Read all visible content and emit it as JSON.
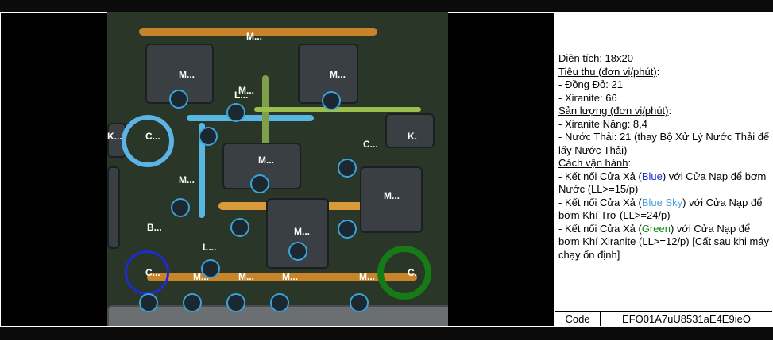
{
  "info_panel": {
    "area_label": "Diện tích",
    "area_value": ": 18x20",
    "consumption_heading": "Tiêu thu (đơn vị/phút)",
    "consumption_colon": ":",
    "consumption_items": [
      "- Đồng Đỏ: 21",
      "- Xiranite: 66"
    ],
    "output_heading": "Sản lượng (đơn vị/phút)",
    "output_colon": ":",
    "output_items": [
      "- Xiranite Nặng: 8,4",
      "- Nước Thải: 21 (thay Bộ Xử Lý Nước Thải để lấy Nước Thải)"
    ],
    "operation_heading": "Cách vận hành",
    "operation_colon": ":",
    "ops": [
      {
        "pre": "- Kết nối Cửa Xả (",
        "color_word": "Blue",
        "post": ") với Cửa Nạp để bơm Nước (LL>=15/p)"
      },
      {
        "pre": "- Kết nối Cửa Xả (",
        "color_word": "Blue Sky",
        "post": ") với Cửa Nạp để bơm Khí Trơ (LL>=24/p)"
      },
      {
        "pre": "- Kết nối Cửa Xả (",
        "color_word": "Green",
        "post": ") với Cửa Nạp để bơm Khí Xiranite (LL>=12/p) [Cất sau khi máy chạy ổn định]"
      }
    ]
  },
  "code": {
    "label": "Code",
    "value": "EFO01A7uU8531aE4E9ieO"
  },
  "map_labels": {
    "m1": "M...",
    "m2": "M...",
    "m3": "M...",
    "m4": "M...",
    "m5": "M...",
    "m6": "M...",
    "m7": "M...",
    "m8": "M...",
    "m9": "M...",
    "m10": "M...",
    "m11": "M...",
    "m12": "M...",
    "c1": "C...",
    "c2": "C...",
    "c3": "C...",
    "c4": "C.",
    "k1": "K...",
    "k2": "K.",
    "b1": "B...",
    "l1": "L...",
    "l2": "L..."
  }
}
